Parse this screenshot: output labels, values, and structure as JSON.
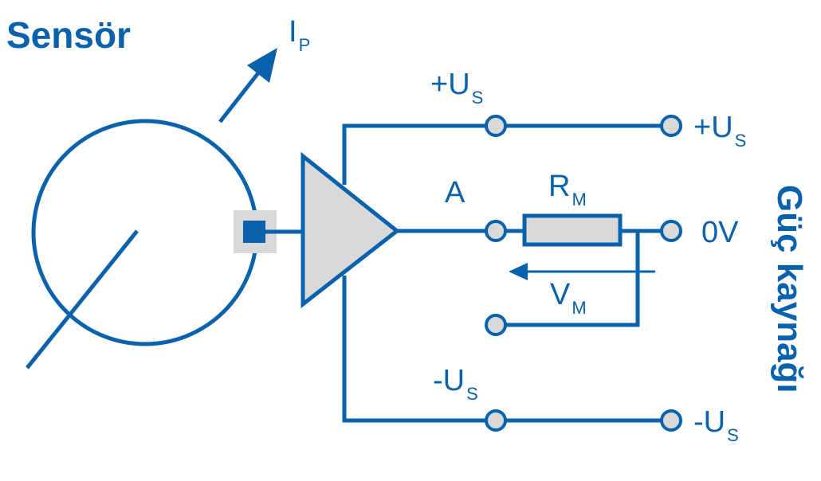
{
  "colors": {
    "line": "#0a62ad",
    "fill_grey": "#d9d9d9",
    "text": "#0a62ad"
  },
  "labels": {
    "sensor_title": "Sensör",
    "power_supply": "Güç kaynağı",
    "current_main": "I",
    "current_sub": "P",
    "plus_us_main": "+U",
    "us_sub": "S",
    "minus_us_main": "-U",
    "node_a": "A",
    "resistor_main": "R",
    "resistor_sub": "M",
    "voltage_main": "V",
    "voltage_sub": "M",
    "zero_v": "0V"
  }
}
